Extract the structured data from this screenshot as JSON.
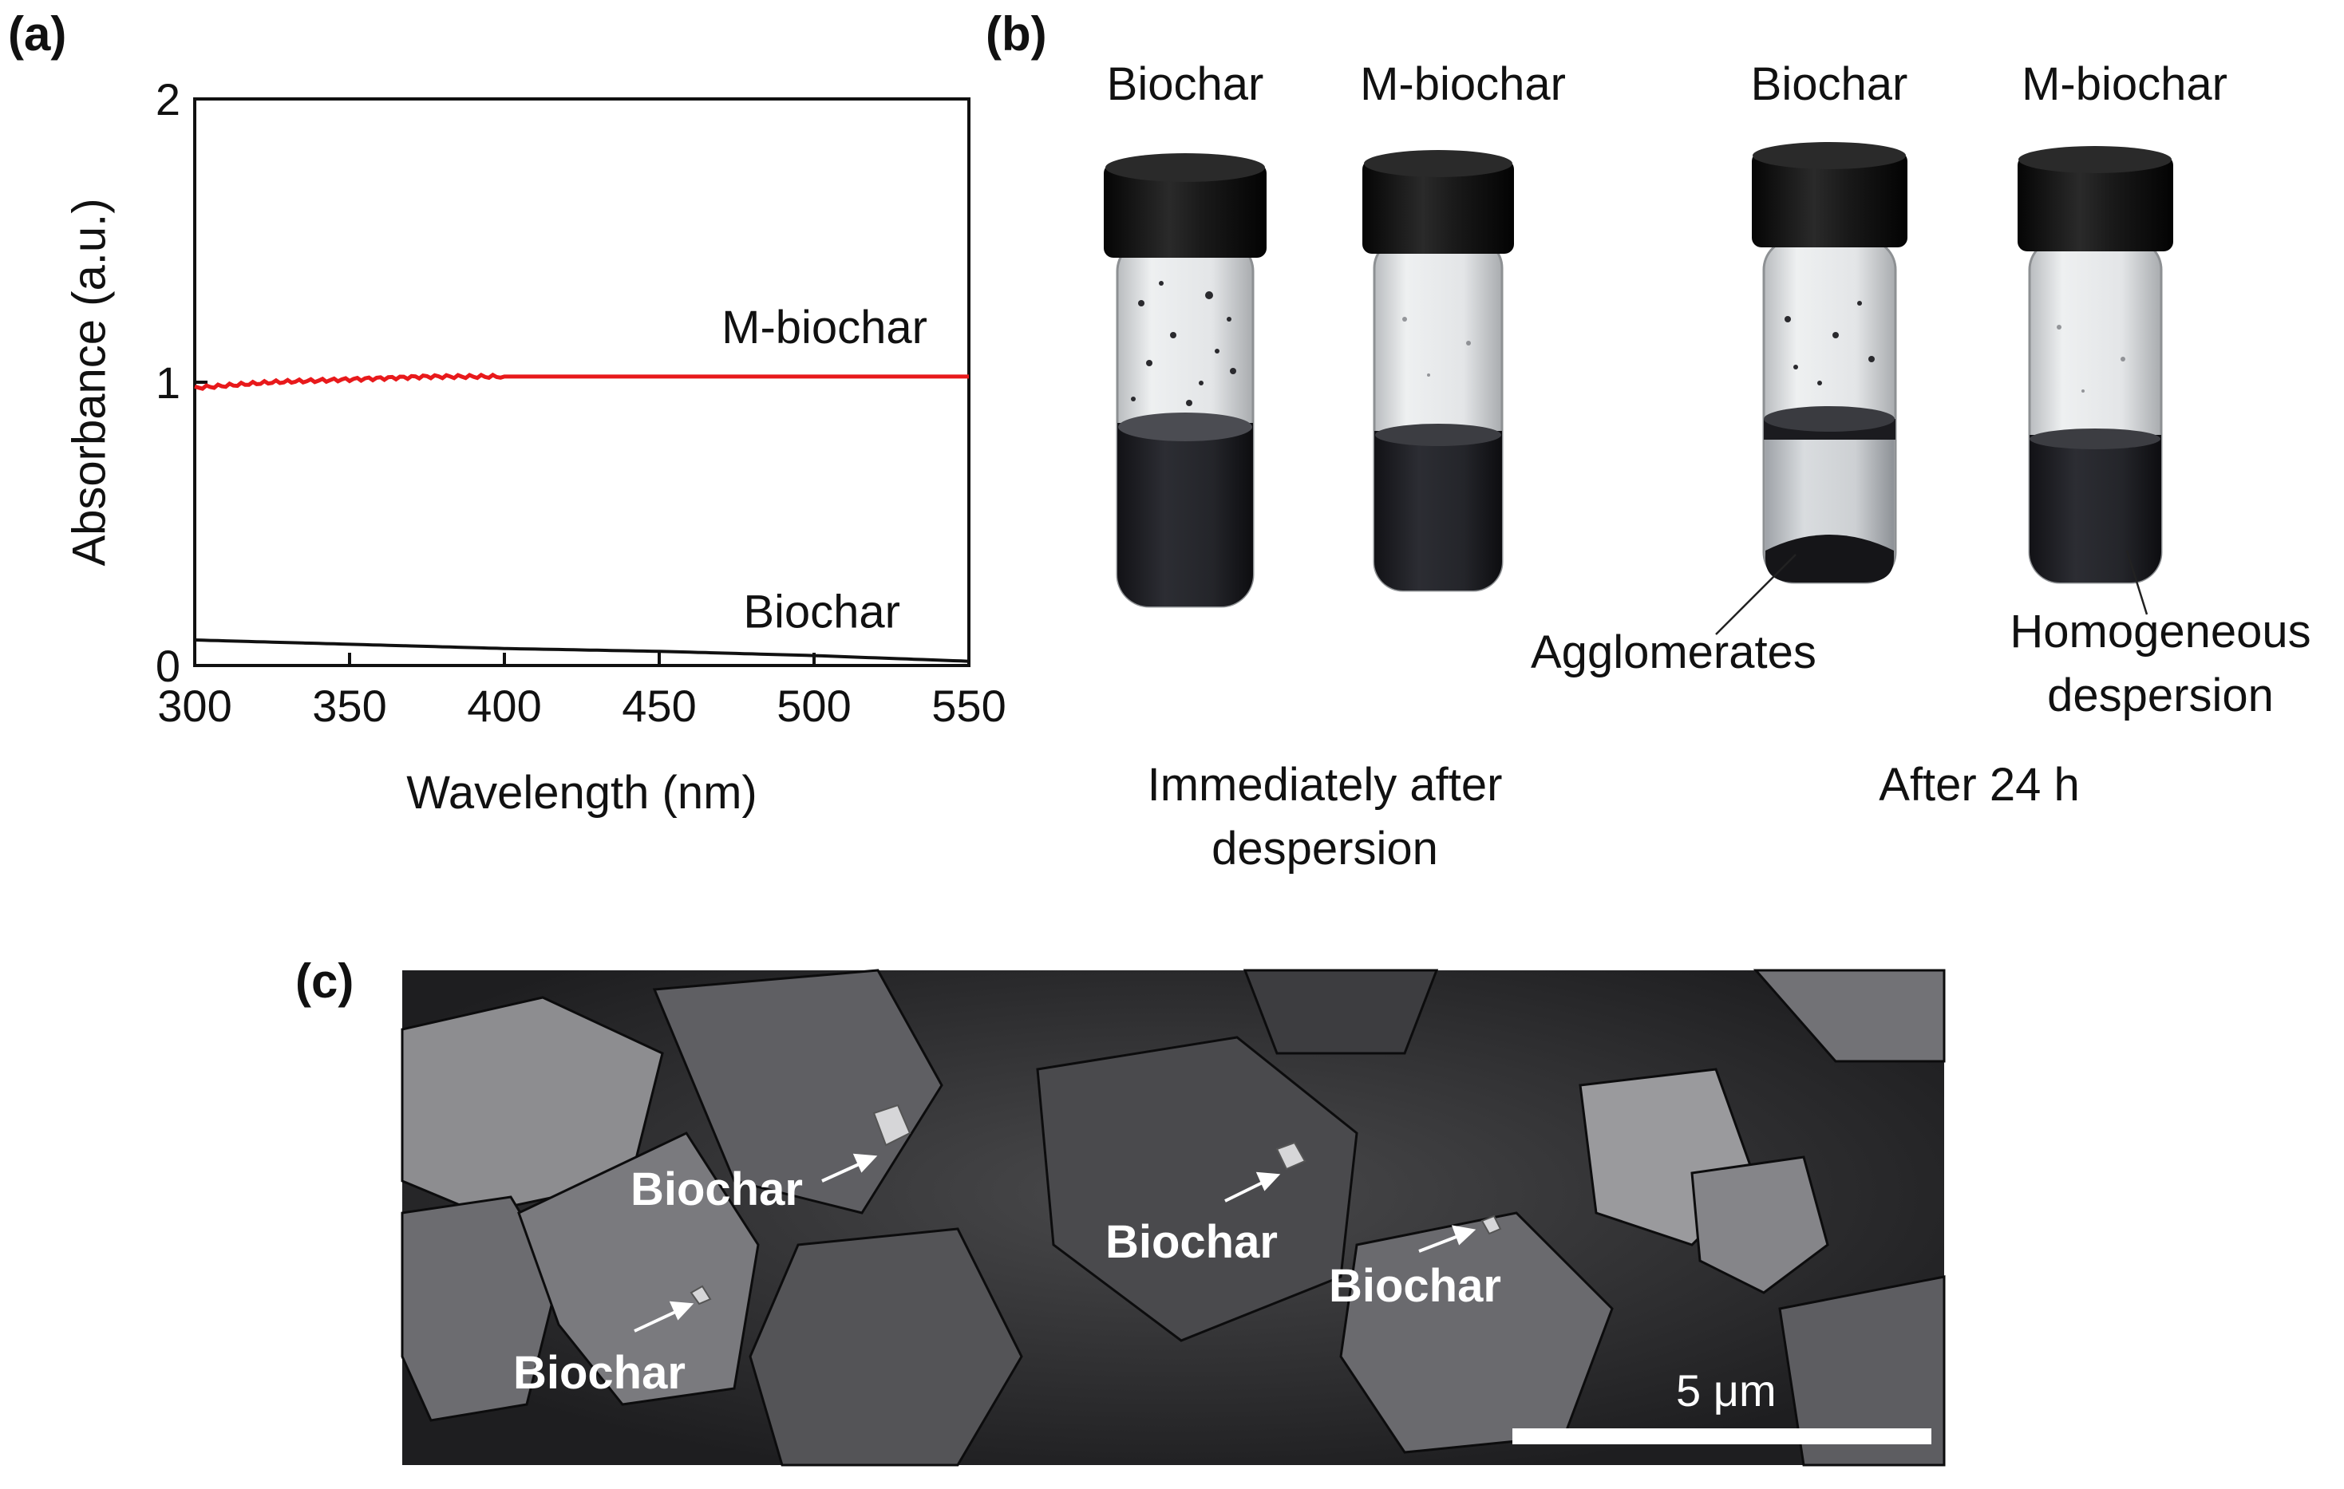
{
  "panels": {
    "a": "(a)",
    "b": "(b)",
    "c": "(c)"
  },
  "chart_data": {
    "type": "line",
    "xlabel": "Wavelength (nm)",
    "ylabel": "Absorbance (a.u.)",
    "xlim": [
      300,
      550
    ],
    "ylim": [
      0,
      2
    ],
    "x_ticks": [
      "300",
      "350",
      "400",
      "450",
      "500",
      "550"
    ],
    "y_ticks": [
      "0",
      "1",
      "2"
    ],
    "series": [
      {
        "name": "M-biochar",
        "color": "#e8191b",
        "x": [
          300,
          325,
          350,
          375,
          400,
          425,
          450,
          475,
          500,
          525,
          550
        ],
        "y": [
          0.98,
          1.0,
          1.01,
          1.02,
          1.02,
          1.02,
          1.02,
          1.02,
          1.02,
          1.02,
          1.02
        ]
      },
      {
        "name": "Biochar",
        "color": "#111111",
        "x": [
          300,
          350,
          400,
          450,
          500,
          550
        ],
        "y": [
          0.09,
          0.075,
          0.06,
          0.05,
          0.035,
          0.015
        ]
      }
    ]
  },
  "panel_b": {
    "vial_labels": [
      "Biochar",
      "M-biochar",
      "Biochar",
      "M-biochar"
    ],
    "annotation_agglomerates": "Agglomerates",
    "annotation_homogeneous_1": "Homogeneous",
    "annotation_homogeneous_2": "despersion",
    "group_immediate_1": "Immediately after",
    "group_immediate_2": "despersion",
    "group_after": "After 24 h"
  },
  "panel_c": {
    "labels": [
      "Biochar",
      "Biochar",
      "Biochar",
      "Biochar"
    ],
    "scale_bar": "5 μm"
  }
}
